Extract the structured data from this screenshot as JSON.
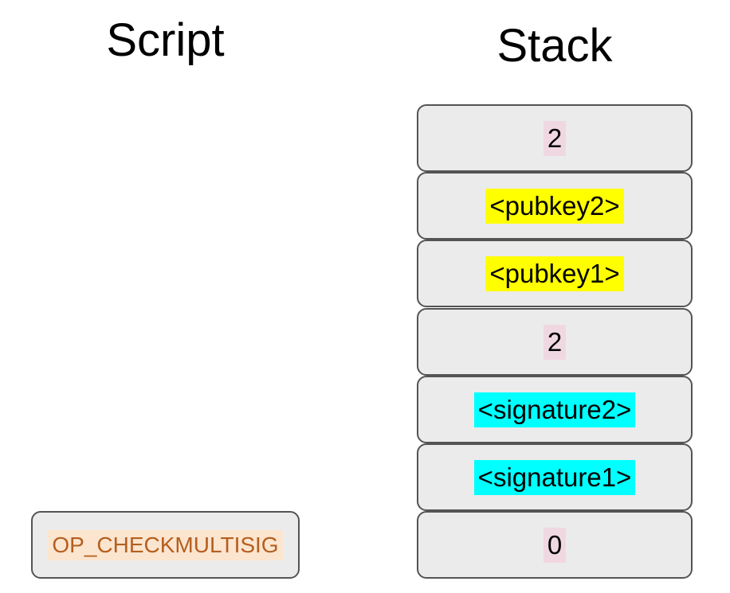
{
  "titles": {
    "script": "Script",
    "stack": "Stack"
  },
  "script": {
    "items": [
      {
        "label": "OP_CHECKMULTISIG",
        "highlight": "peach"
      }
    ]
  },
  "stack": {
    "items": [
      {
        "label": "2",
        "highlight": "pink"
      },
      {
        "label": "<pubkey2>",
        "highlight": "yellow"
      },
      {
        "label": "<pubkey1>",
        "highlight": "yellow"
      },
      {
        "label": "2",
        "highlight": "pink"
      },
      {
        "label": "<signature2>",
        "highlight": "cyan"
      },
      {
        "label": "<signature1>",
        "highlight": "cyan"
      },
      {
        "label": "0",
        "highlight": "pink"
      }
    ]
  },
  "colors": {
    "highlight_yellow": "#ffff00",
    "highlight_cyan": "#00ffff",
    "highlight_pink": "#f0d8e2",
    "highlight_peach": "#fce5cf",
    "opcode_text": "#b45f1f",
    "box_fill": "#ebebeb",
    "box_border": "#545454",
    "text": "#000000",
    "background": "#ffffff"
  }
}
